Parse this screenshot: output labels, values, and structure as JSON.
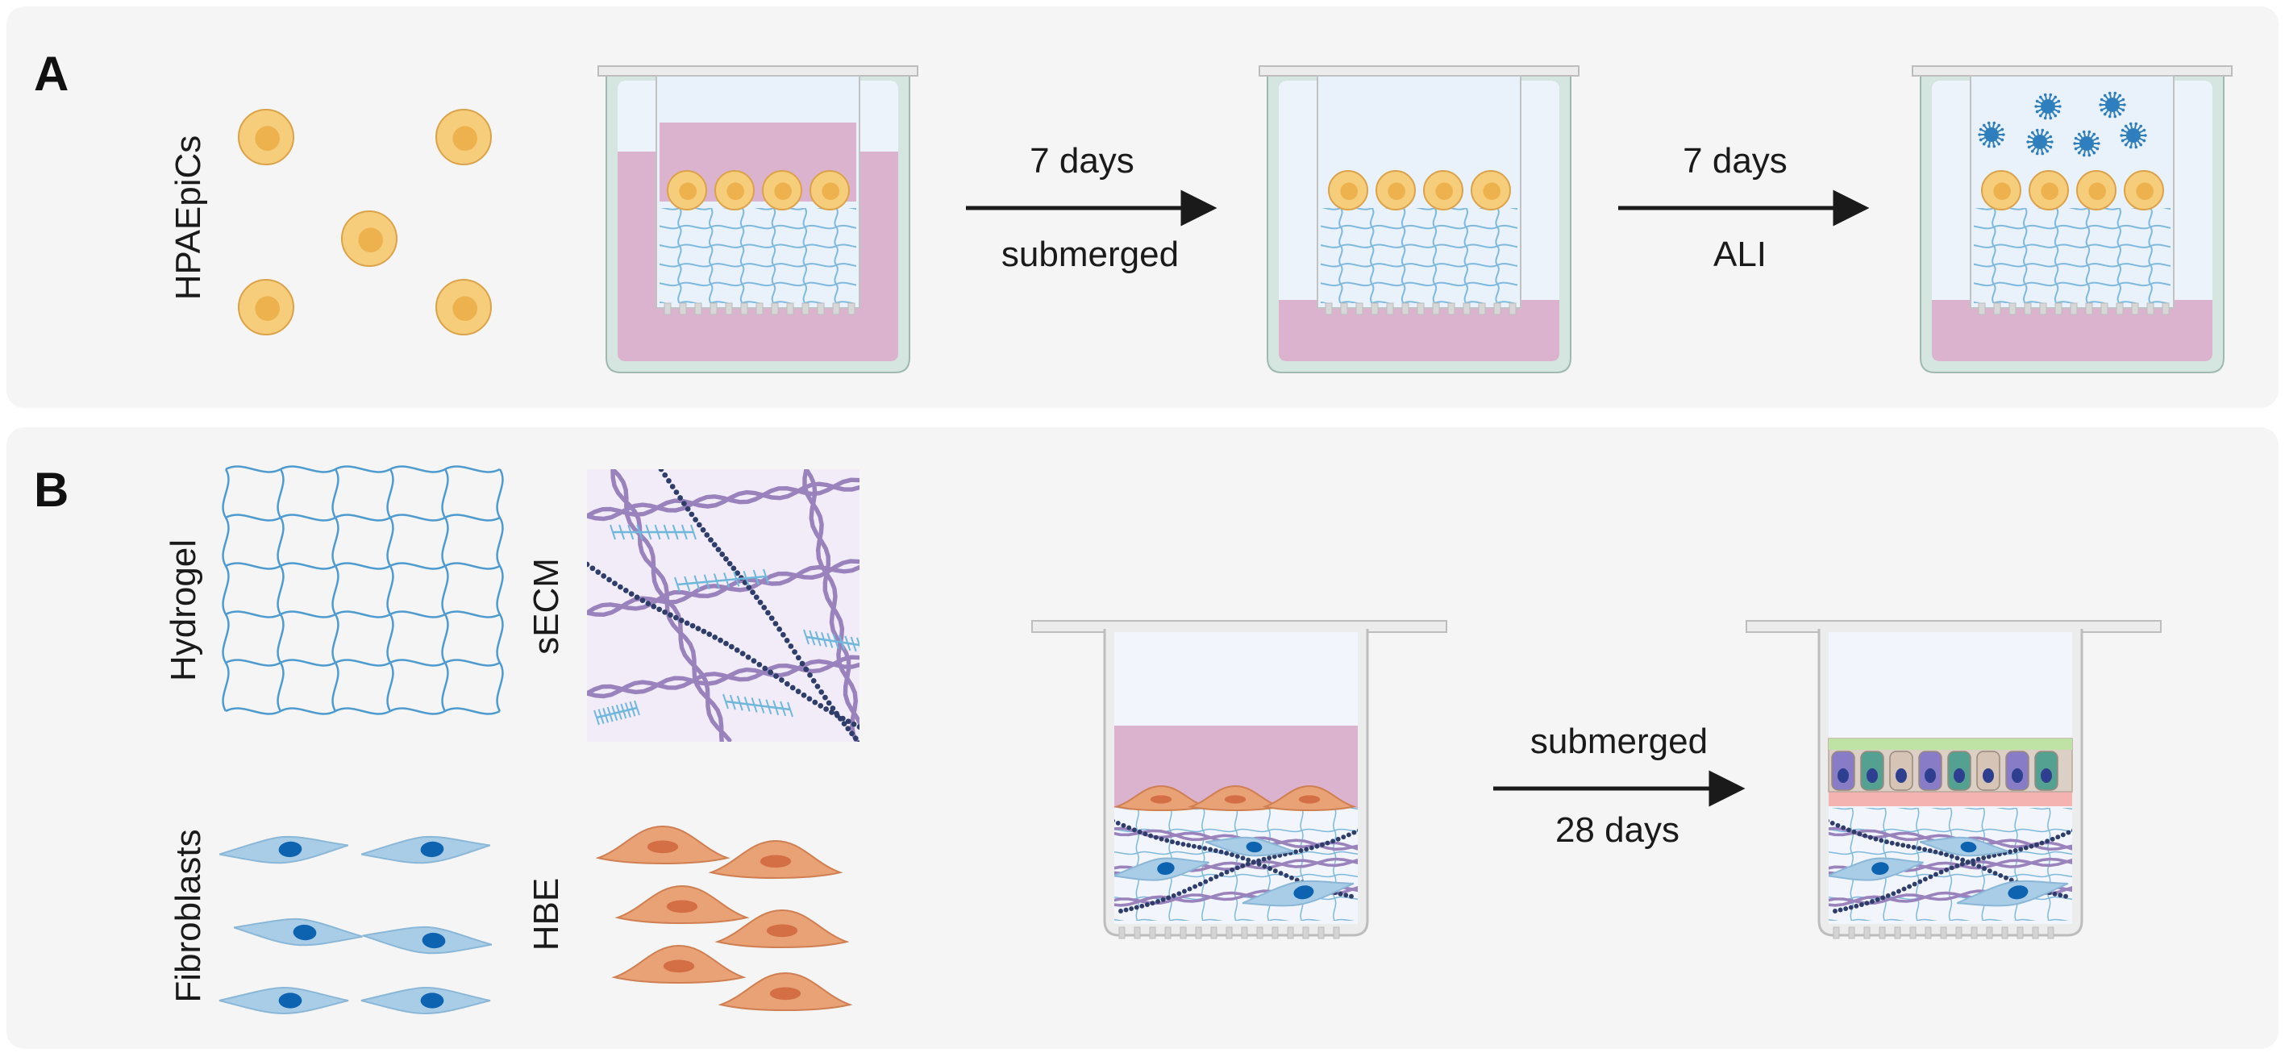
{
  "panel_a": {
    "letter": "A",
    "cell_label": "HPAEpiCs",
    "step1_top": "7 days",
    "step1_bottom": "submerged",
    "step2_top": "7 days",
    "step2_bottom": "ALI"
  },
  "panel_b": {
    "letter": "B",
    "hydrogel_label": "Hydrogel",
    "secm_label": "sECM",
    "fibroblast_label": "Fibroblasts",
    "hbe_label": "HBE",
    "step_top": "submerged",
    "step_bottom": "28 days"
  },
  "colors": {
    "panel_bg": "#f5f5f5",
    "media_pink": "#dcb3cf",
    "epithelial_cell": "#f6cd7a",
    "epithelial_nucleus": "#edb14d",
    "hydrogel_blue": "#4f9bd0",
    "fibroblast_blue": "#a9cde6",
    "fibroblast_nucleus": "#0d63b0",
    "hbe_orange": "#e9a176",
    "hbe_nucleus": "#d36e45",
    "collagen_purple": "#9a83bd",
    "elastin_navy": "#2f3d6b",
    "virus_blue": "#2f7fbf",
    "well_green": "#d5e6e1",
    "insert_gray": "#dcdcdc"
  }
}
